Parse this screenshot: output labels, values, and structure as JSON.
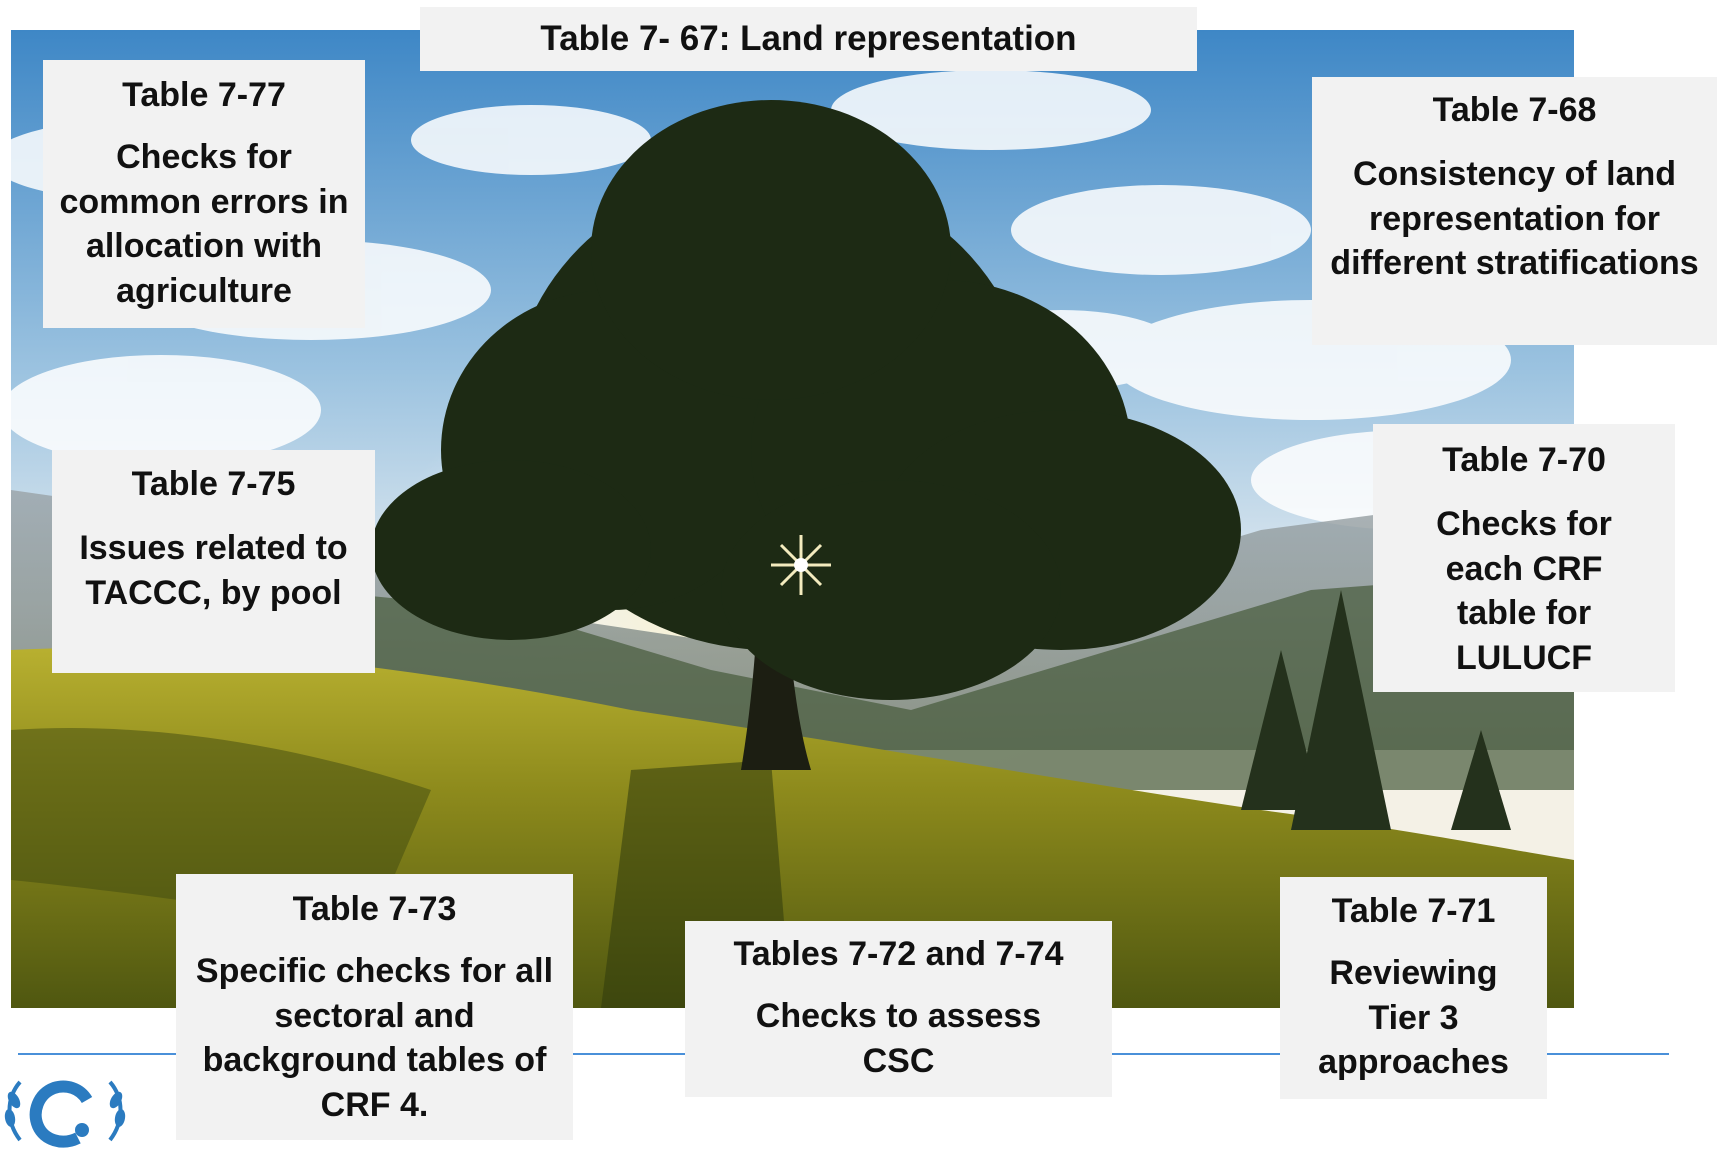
{
  "header": {
    "title": "Table 7- 67: Land representation"
  },
  "boxes": [
    {
      "id": "t777",
      "title": "Table 7-77",
      "desc": "Checks for common errors in allocation with agriculture"
    },
    {
      "id": "t768",
      "title": "Table 7-68",
      "desc": "Consistency of land representation for different stratifications"
    },
    {
      "id": "t775",
      "title": "Table 7-75",
      "desc": "Issues related to TACCC, by pool"
    },
    {
      "id": "t770",
      "title": "Table 7-70",
      "desc": "Checks for each CRF table for LULUCF"
    },
    {
      "id": "t773",
      "title": "Table 7-73",
      "desc": "Specific checks for all sectoral and background tables of CRF 4."
    },
    {
      "id": "t772",
      "title": "Tables 7-72 and 7-74",
      "desc": "Checks to assess CSC"
    },
    {
      "id": "t771",
      "title": "Table 7-71",
      "desc": "Reviewing Tier 3 approaches"
    }
  ],
  "colors": {
    "divider": "#4a90d9",
    "box": "#f2f2f2",
    "logo": "#2b7bc0"
  },
  "icons": {
    "logo": "unfccc-logo-icon"
  }
}
